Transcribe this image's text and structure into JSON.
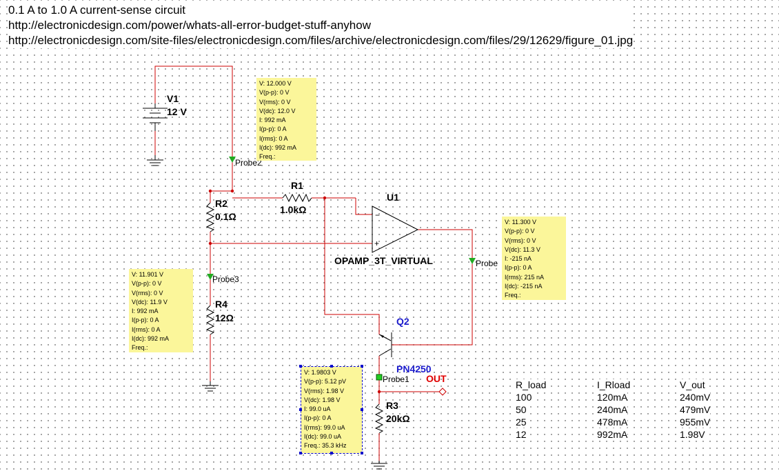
{
  "header": {
    "lines": [
      "0.1 A to 1.0 A current-sense circuit",
      "http://electronicdesign.com/power/whats-all-error-budget-stuff-anyhow",
      "http://electronicdesign.com/site-files/electronicdesign.com/files/archive/electronicdesign.com/files/29/12629/figure_01.jpg"
    ]
  },
  "components": {
    "v1": {
      "ref": "V1",
      "value": "12 V"
    },
    "r1": {
      "ref": "R1",
      "value": "1.0kΩ"
    },
    "r2": {
      "ref": "R2",
      "value": "0.1Ω"
    },
    "r3": {
      "ref": "R3",
      "value": "20kΩ"
    },
    "r4": {
      "ref": "R4",
      "value": "12Ω"
    },
    "u1": {
      "ref": "U1",
      "value": "OPAMP_3T_VIRTUAL",
      "minus": "−",
      "plus": "+"
    },
    "q2": {
      "ref": "Q2",
      "value": "PN4250"
    },
    "out": {
      "label": "OUT"
    }
  },
  "probes": [
    {
      "id": "probe2",
      "name": "Probe2",
      "lines": [
        "V: 12.000 V",
        "V(p-p): 0 V",
        "V(rms): 0 V",
        "V(dc): 12.0 V",
        "I: 992 mA",
        "I(p-p): 0 A",
        "I(rms): 0 A",
        "I(dc): 992 mA",
        "Freq.:"
      ]
    },
    {
      "id": "probe",
      "name": "Probe",
      "lines": [
        "V: 11.300 V",
        "V(p-p): 0 V",
        "V(rms): 0 V",
        "V(dc): 11.3 V",
        "I: -215 nA",
        "I(p-p): 0 A",
        "I(rms): 215 nA",
        "I(dc): -215 nA",
        "Freq.:"
      ]
    },
    {
      "id": "probe3",
      "name": "Probe3",
      "lines": [
        "V: 11.901 V",
        "V(p-p): 0 V",
        "V(rms): 0 V",
        "V(dc): 11.9 V",
        "I: 992 mA",
        "I(p-p): 0 A",
        "I(rms): 0 A",
        "I(dc): 992 mA",
        "Freq.:"
      ]
    },
    {
      "id": "probe1",
      "name": "Probe1",
      "lines": [
        "V: 1.9803 V",
        "V(p-p): 5.12 pV",
        "V(rms): 1.98 V",
        "V(dc): 1.98 V",
        "I: 99.0 uA",
        "I(p-p): 0 A",
        "I(rms): 99.0 uA",
        "I(dc): 99.0 uA",
        "Freq.: 35.3 kHz"
      ]
    }
  ],
  "results_table": {
    "headers": [
      "R_load",
      "I_Rload",
      "V_out"
    ],
    "rows": [
      [
        "100",
        "120mA",
        "240mV"
      ],
      [
        "50",
        "240mA",
        "479mV"
      ],
      [
        "25",
        "478mA",
        "955mV"
      ],
      [
        "12",
        "992mA",
        "1.98V"
      ]
    ]
  },
  "colors": {
    "wire": "#cc0000",
    "probe_box": "#fbf69a",
    "probe_marker": "#22aa22",
    "transistor_label": "#1a1acc",
    "out_label": "#e00000"
  }
}
